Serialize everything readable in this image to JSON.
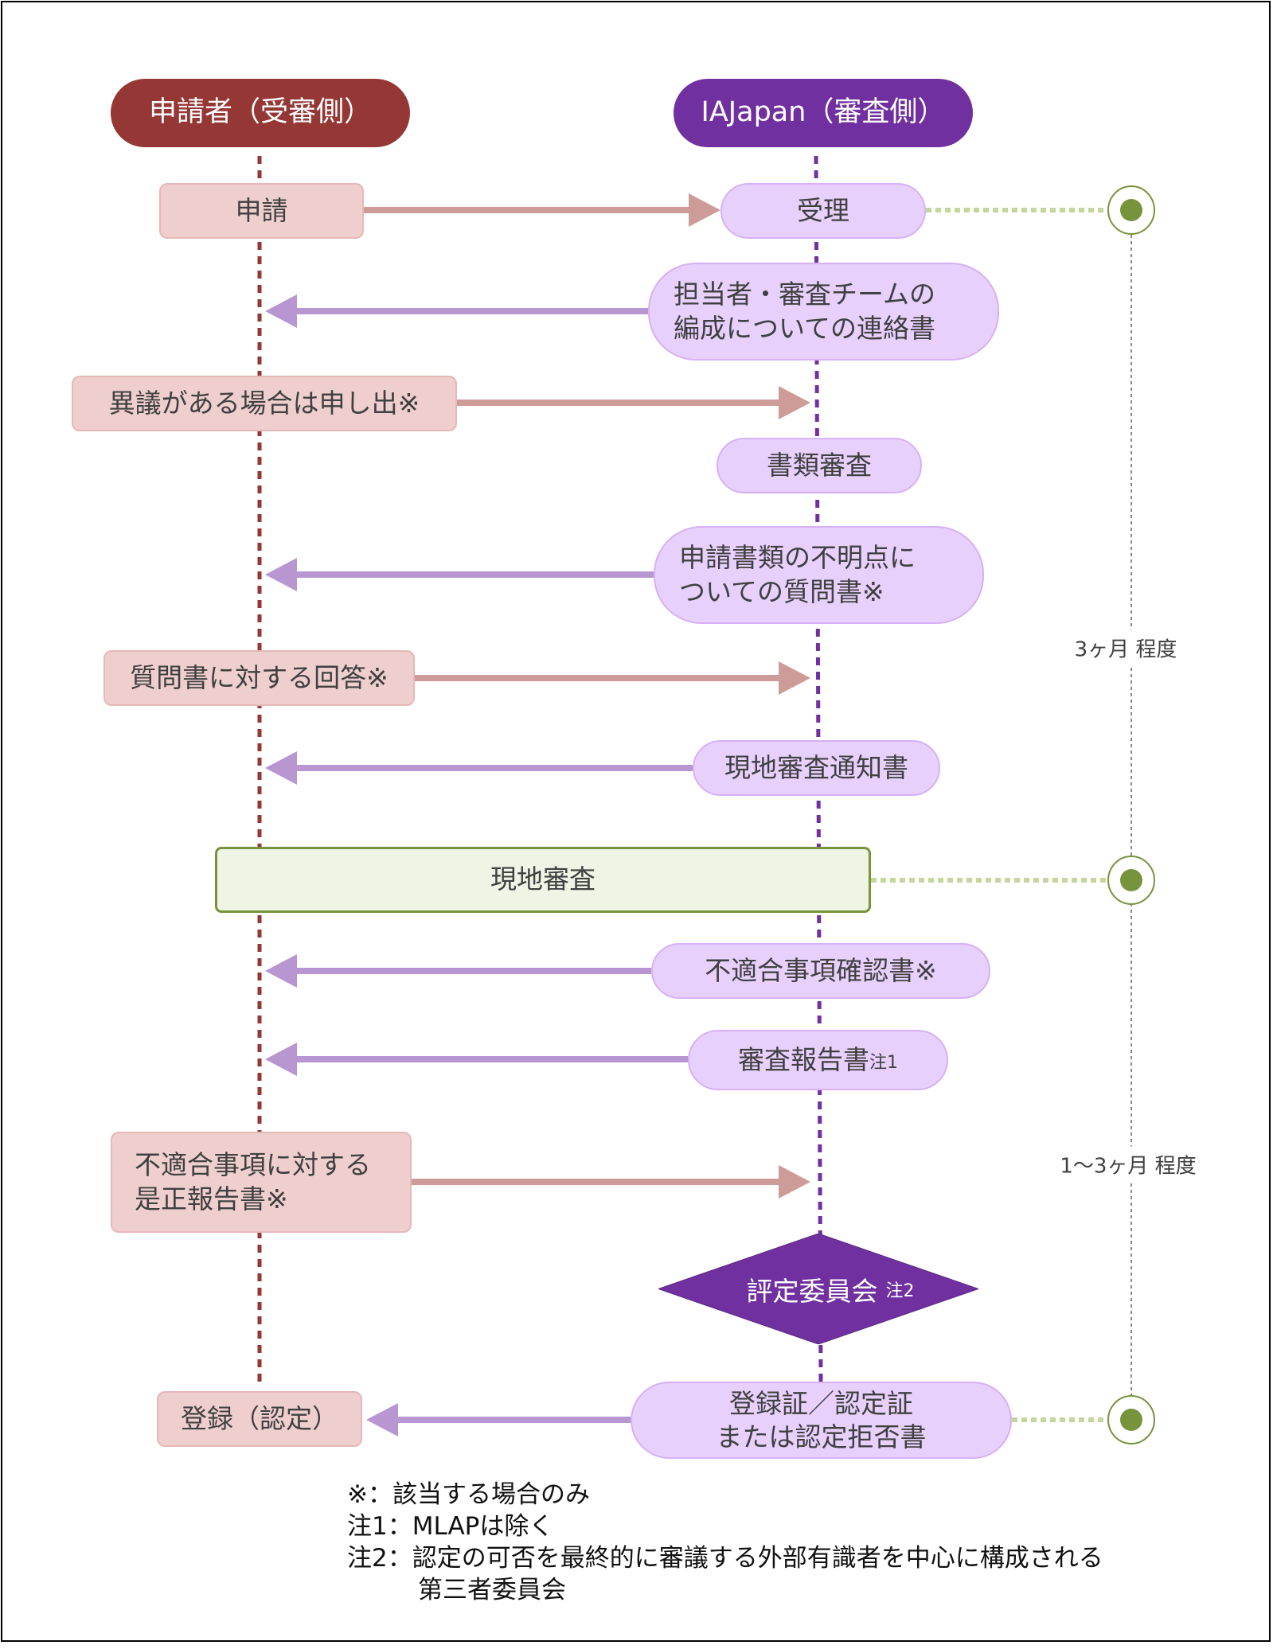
{
  "headers": {
    "applicant": "申請者（受審側）",
    "iajapan": "IAJapan（審査側）"
  },
  "colors": {
    "applicant": "#953735",
    "iajapan": "#7030a0",
    "pink_box": "#eecfcd",
    "lavender_box": "#e8d0fc",
    "green": "#77933c",
    "pink_arrow": "#cd9b98",
    "purple_arrow": "#b896d2"
  },
  "steps": {
    "apply": "申請",
    "receive": "受理",
    "team_notice_1": "担当者・審査チームの",
    "team_notice_2": "編成についての連絡書",
    "objection": "異議がある場合は申し出※",
    "doc_review": "書類審査",
    "question_1": "申請書類の不明点に",
    "question_2": "ついての質問書※",
    "answer": "質問書に対する回答※",
    "onsite_notice": "現地審査通知書",
    "onsite": "現地審査",
    "nc_confirm": "不適合事項確認書※",
    "report": "審査報告書",
    "report_note": "注1",
    "corrective_1": "不適合事項に対する",
    "corrective_2": "是正報告書※",
    "committee": "評定委員会",
    "committee_note": "注2",
    "certificate_1": "登録証／認定証",
    "certificate_2": "または認定拒否書",
    "registration": "登録（認定）"
  },
  "durations": {
    "first": "3ヶ月 程度",
    "second": "1～3ヶ月 程度"
  },
  "notes": [
    "※：該当する場合のみ",
    "注1：MLAPは除く",
    "注2：認定の可否を最終的に審議する外部有識者を中心に構成される",
    "第三者委員会"
  ]
}
